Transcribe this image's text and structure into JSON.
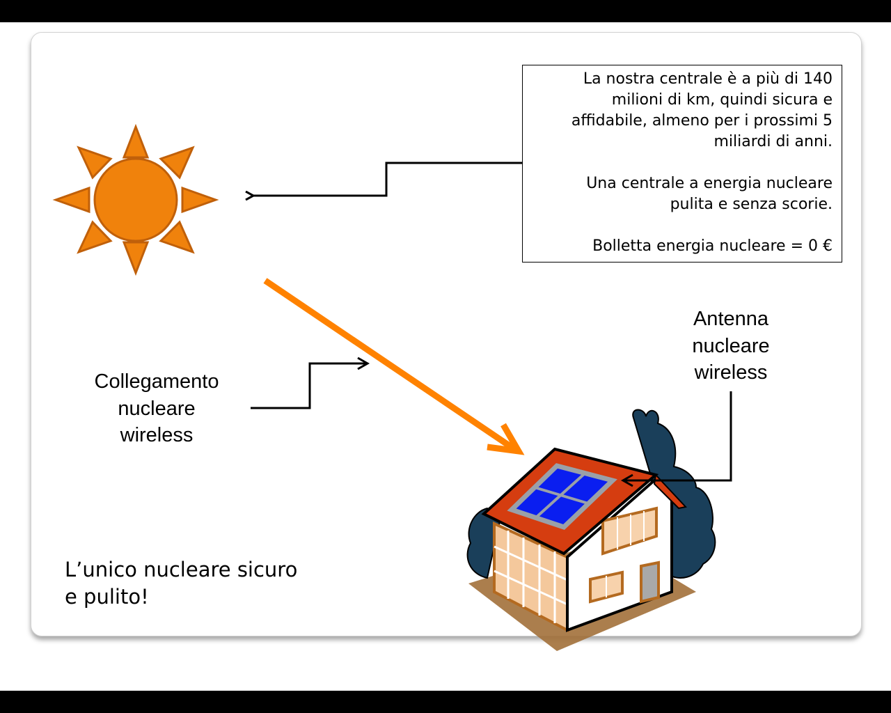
{
  "colors": {
    "sun": "#f0820c",
    "sun_outline": "#c0600a",
    "ray_arrow": "#ff8200",
    "roof": "#d53d10",
    "solar_panel": "#0a1ef0",
    "tree": "#1a3f5a",
    "ground": "#a2703a"
  },
  "infobox": {
    "paragraph1": [
      "La nostra centrale è a più di 140",
      "milioni di km, quindi sicura e",
      "affidabile, almeno per i prossimi 5",
      "miliardi di anni."
    ],
    "paragraph2": [
      "Una centrale a energia nucleare",
      "pulita e senza scorie."
    ],
    "paragraph3": [
      "Bolletta energia nucleare = 0 €"
    ]
  },
  "labels": {
    "collegamento": [
      "Collegamento",
      "nucleare",
      "wireless"
    ],
    "antenna": [
      "Antenna",
      "nucleare",
      "wireless"
    ]
  },
  "tagline": [
    "L’unico nucleare sicuro",
    "e pulito!"
  ]
}
